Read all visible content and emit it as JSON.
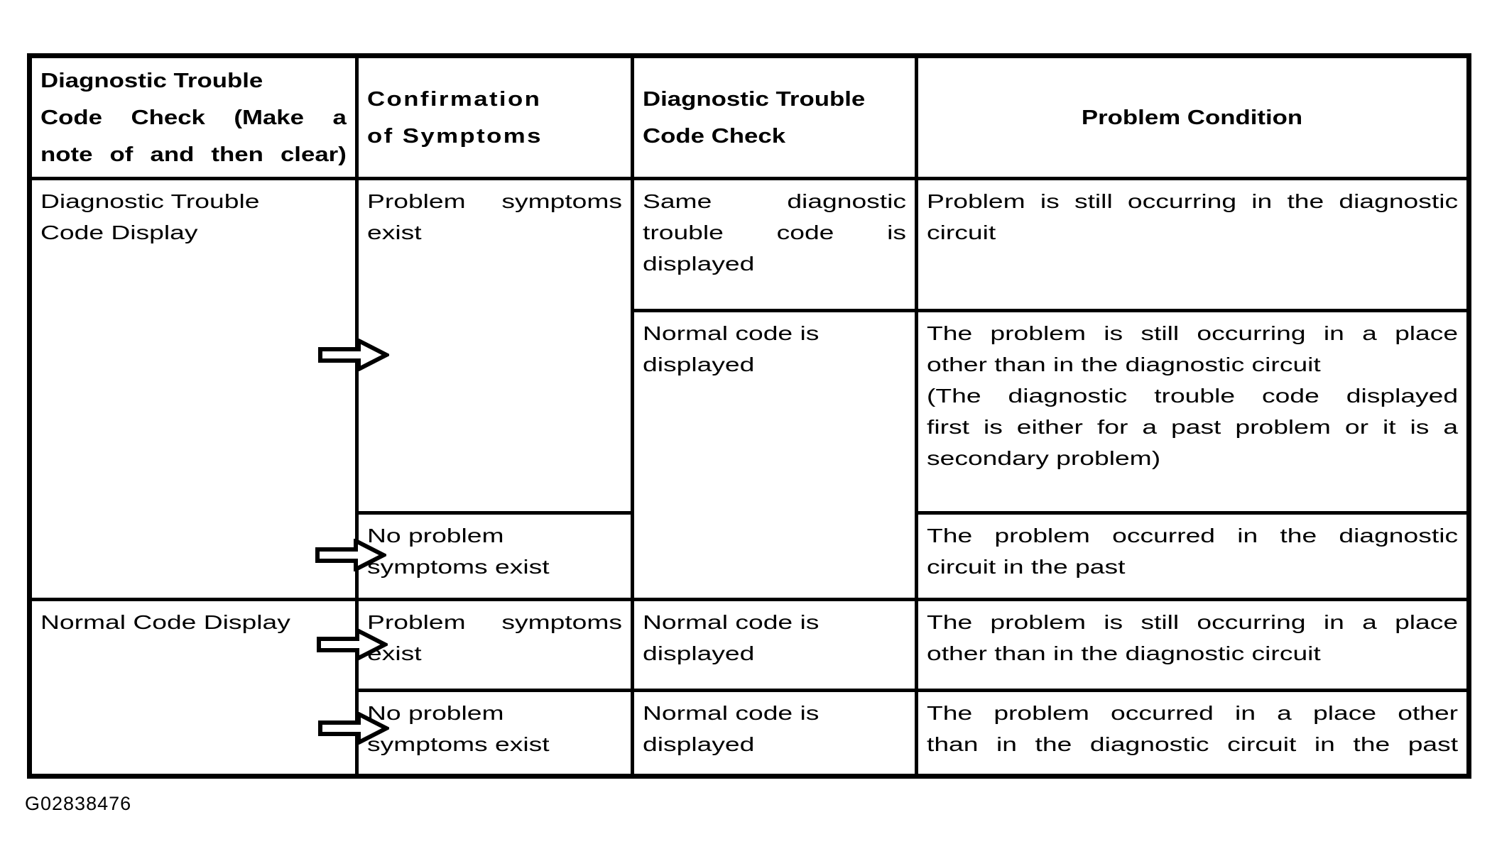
{
  "colors": {
    "ink": "#000000",
    "paper": "#ffffff"
  },
  "caption": "G02838476",
  "icons": {
    "flow_arrow": "right-arrow-outline"
  },
  "table": {
    "header": {
      "dtc_check_note": {
        "lines": [
          "Diagnostic Trouble",
          "Code Check (Make a",
          "note of and then clear)"
        ],
        "stretch": [
          false,
          true,
          true
        ]
      },
      "confirmation": {
        "lines": [
          "Confirmation",
          "of Symptoms"
        ],
        "stretch": [
          false,
          false
        ]
      },
      "dtc_check": {
        "lines": [
          "Diagnostic Trouble",
          "Code Check"
        ],
        "stretch": [
          false,
          false
        ]
      },
      "problem_condition": {
        "lines": [
          "Problem Condition"
        ],
        "stretch": [
          false
        ]
      }
    },
    "body": {
      "c1g1": {
        "lines": [
          "Diagnostic Trouble",
          "Code Display"
        ],
        "stretch": [
          false,
          false
        ]
      },
      "c1g2": {
        "lines": [
          "Normal Code Display"
        ],
        "stretch": [
          false
        ]
      },
      "c2r12": {
        "lines": [
          "Problem symptoms",
          "exist"
        ],
        "stretch": [
          true,
          false
        ]
      },
      "c2r3": {
        "lines": [
          "No problem",
          "symptoms exist"
        ],
        "stretch": [
          false,
          false
        ]
      },
      "c2r4": {
        "lines": [
          "Problem symptoms",
          "exist"
        ],
        "stretch": [
          true,
          false
        ]
      },
      "c2r5": {
        "lines": [
          "No problem",
          "symptoms exist"
        ],
        "stretch": [
          false,
          false
        ]
      },
      "c3r1": {
        "lines": [
          "Same diagnostic",
          "trouble code is",
          "displayed"
        ],
        "stretch": [
          true,
          true,
          false
        ]
      },
      "c3r23": {
        "lines": [
          "Normal code is",
          "displayed"
        ],
        "stretch": [
          false,
          false
        ]
      },
      "c3r4": {
        "lines": [
          "Normal code is",
          "displayed"
        ],
        "stretch": [
          false,
          false
        ]
      },
      "c3r5": {
        "lines": [
          "Normal code is",
          "displayed"
        ],
        "stretch": [
          false,
          false
        ]
      },
      "c4r1": {
        "lines": [
          "Problem is still occurring in the diagnostic",
          "circuit"
        ],
        "stretch": [
          true,
          false
        ]
      },
      "c4r2": {
        "lines": [
          "The problem is still occurring in a place",
          "other than in the diagnostic circuit",
          "(The diagnostic trouble code displayed",
          "first is either for a past problem or it is a",
          "secondary problem)"
        ],
        "stretch": [
          true,
          false,
          true,
          true,
          false
        ]
      },
      "c4r3": {
        "lines": [
          "The problem occurred in the diagnostic",
          "circuit in the past"
        ],
        "stretch": [
          true,
          false
        ]
      },
      "c4r4": {
        "lines": [
          "The problem is still occurring in a place",
          "other than in the diagnostic circuit"
        ],
        "stretch": [
          true,
          false
        ]
      },
      "c4r5": {
        "lines": [
          "The problem occurred in a place other",
          "than in the diagnostic circuit in the past"
        ],
        "stretch": [
          true,
          true
        ]
      }
    }
  }
}
